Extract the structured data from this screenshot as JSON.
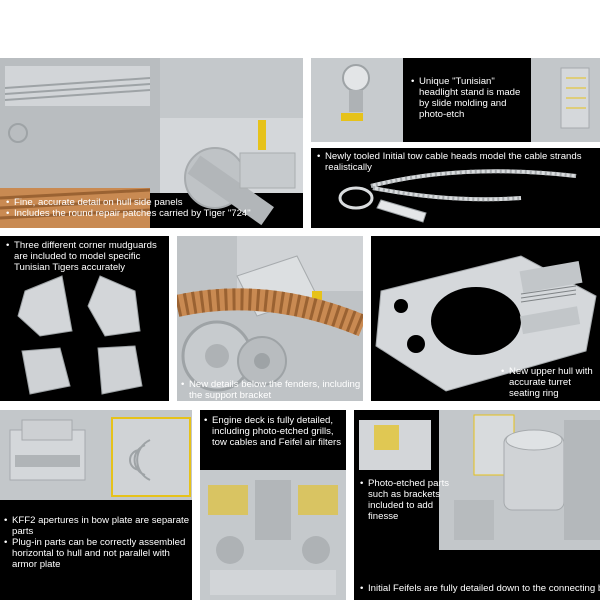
{
  "panels": {
    "hull_side": {
      "bullets": [
        "Fine, accurate detail on hull side panels",
        "Includes the round repair patches carried by Tiger \"724\""
      ]
    },
    "headlight": {
      "bullets": [
        "Unique \"Tunisian\" headlight stand is made by slide molding and photo-etch"
      ]
    },
    "tow_cable": {
      "bullets": [
        "Newly tooled Initial tow cable heads model the cable  strands realistically"
      ]
    },
    "mudguards": {
      "bullets": [
        "Three different corner mudguards are included to model specific Tunisian Tigers accurately"
      ]
    },
    "fenders": {
      "bullets": [
        "New details below the fenders, including the support bracket"
      ]
    },
    "upper_hull": {
      "bullets": [
        "New upper hull with accurate turret seating ring"
      ]
    },
    "bow_plate": {
      "bullets": [
        "KFF2 apertures in bow plate are separate parts",
        "Plug-in parts can be correctly assembled horizontal to hull and not parallel with armor plate"
      ]
    },
    "engine_deck": {
      "bullets": [
        "Engine deck is fully detailed, including photo-etched grills, tow cables and Feifel air filters"
      ]
    },
    "feifels": {
      "bullets": [
        "Photo-etched parts such as brackets included to add finesse",
        "Initial Feifels are fully detailed down to the connecting bolts"
      ]
    }
  },
  "colors": {
    "panel_bg": "#000000",
    "model_grey": "#c9cdd0",
    "track_tan": "#c98a52",
    "photo_etch_yellow": "#e6c21a",
    "caption_text": "#ffffff"
  }
}
